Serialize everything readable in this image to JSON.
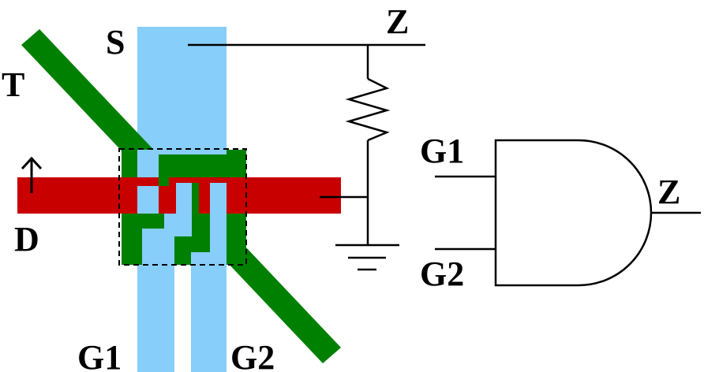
{
  "labels": {
    "source": "S",
    "output_top": "Z",
    "terminal": "T",
    "drain": "D",
    "gate1_bottom": "G1",
    "gate2_bottom": "G2",
    "and_input1": "G1",
    "and_input2": "G2",
    "and_output": "Z"
  },
  "colors": {
    "green_layer": "#008000",
    "red_layer": "#c80000",
    "blue_layer": "#87cefa",
    "wire": "#000000",
    "background": "#ffffff"
  },
  "icons": [
    "arrow-up-icon",
    "resistor-icon",
    "ground-icon",
    "and-gate-icon"
  ]
}
